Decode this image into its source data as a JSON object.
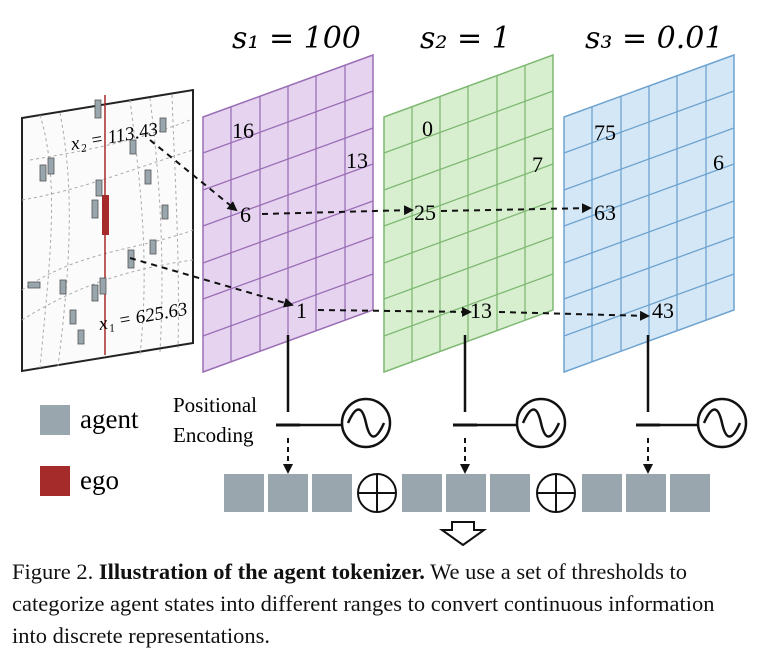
{
  "scales": [
    {
      "label": "s₁ = 100",
      "cells": [
        "16",
        "13",
        "6",
        "1"
      ],
      "color": "#e6d3f0",
      "line": "#9a6fb5"
    },
    {
      "label": "s₂ = 1",
      "cells": [
        "0",
        "7",
        "25",
        "13"
      ],
      "color": "#d7efcf",
      "line": "#7fb873"
    },
    {
      "label": "s₃ = 0.01",
      "cells": [
        "75",
        "6",
        "63",
        "43"
      ],
      "color": "#d3e7f7",
      "line": "#6fa3cf"
    }
  ],
  "map": {
    "x2_label": "x₂ = 113.43",
    "x1_label": "x₁ = 625.63"
  },
  "positional_encoding": {
    "line1": "Positional",
    "line2": "Encoding"
  },
  "legend": {
    "agent_label": "agent",
    "agent_color": "#9aa6ad",
    "ego_label": "ego",
    "ego_color": "#a52a2a"
  },
  "token_color": "#9aa6ad",
  "caption": {
    "prefix": "Figure 2.",
    "title": "Illustration of the agent tokenizer.",
    "body": "We use a set of thresholds to categorize agent states into different ranges to convert continuous information into discrete representations."
  }
}
